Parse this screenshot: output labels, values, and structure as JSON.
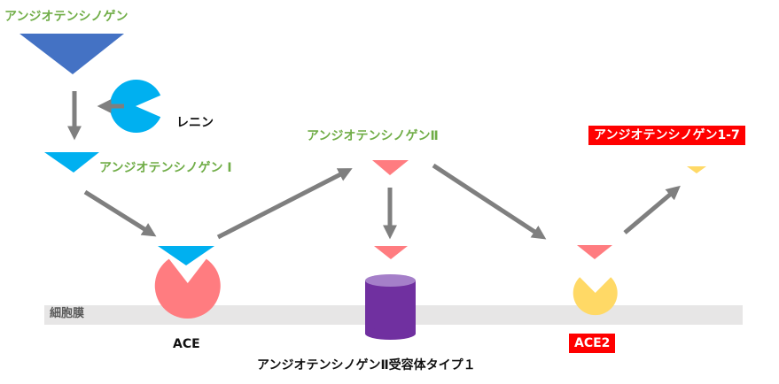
{
  "labels": {
    "angiotensinogen": "アンジオテンシノゲン",
    "renin": "レニン",
    "ang1": "アンジオテンシノゲン I",
    "ang2": "アンジオテンシノゲンⅡ",
    "ang17": "アンジオテンシノゲン1-7",
    "membrane": "細胞膜",
    "ace": "ACE",
    "ace2": "ACE2",
    "receptor": "アンジオテンシノゲンⅡ受容体タイプ１"
  },
  "colors": {
    "angiotensinogen": "#4472c4",
    "renin": "#00b0f0",
    "ang1": "#00b0f0",
    "ang2": "#ff7c80",
    "ang17": "#ffd966",
    "ace": "#ff7c80",
    "ace2": "#ffd966",
    "receptor": "#7030a0",
    "receptor_top": "#a57fc9",
    "arrow": "#7f7f7f",
    "membrane": "#e7e6e6",
    "green_text": "#70ad47",
    "red_box": "#ff0000"
  }
}
